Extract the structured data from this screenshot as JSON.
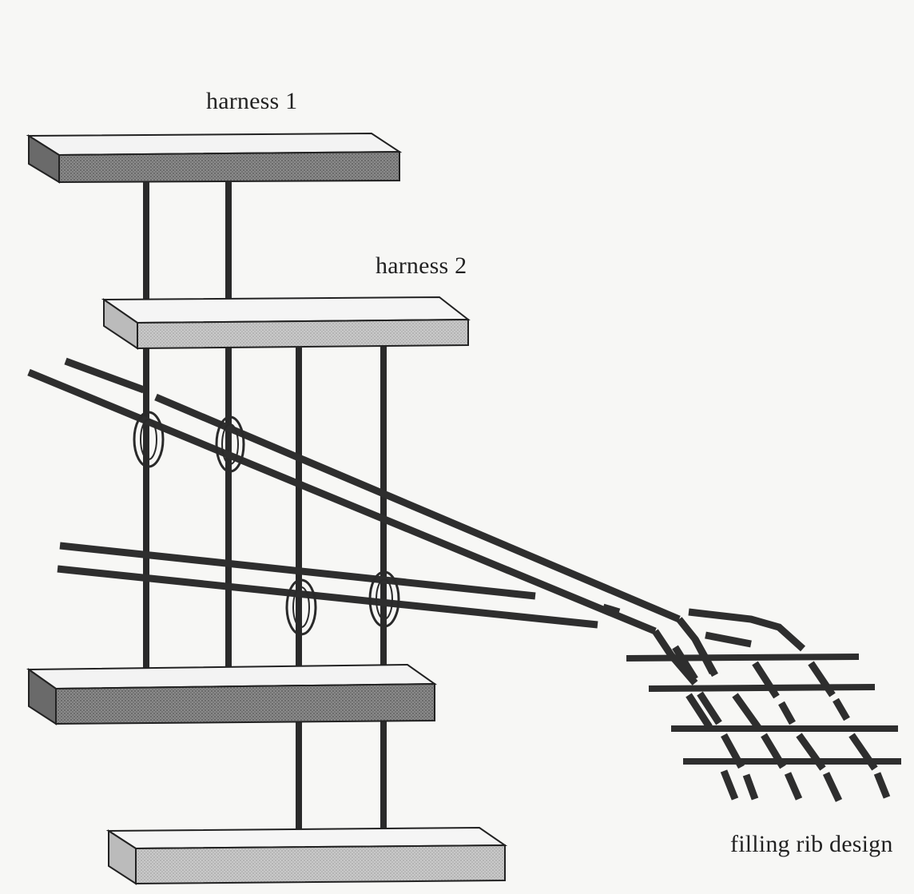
{
  "labels": {
    "harness1": "harness 1",
    "harness2": "harness 2",
    "filling_rib": "filling rib design"
  },
  "colors": {
    "background": "#f7f7f5",
    "ink": "#2a2a2a",
    "harness_dark": "#7a7a7a",
    "harness_light": "#bdbdbd"
  }
}
